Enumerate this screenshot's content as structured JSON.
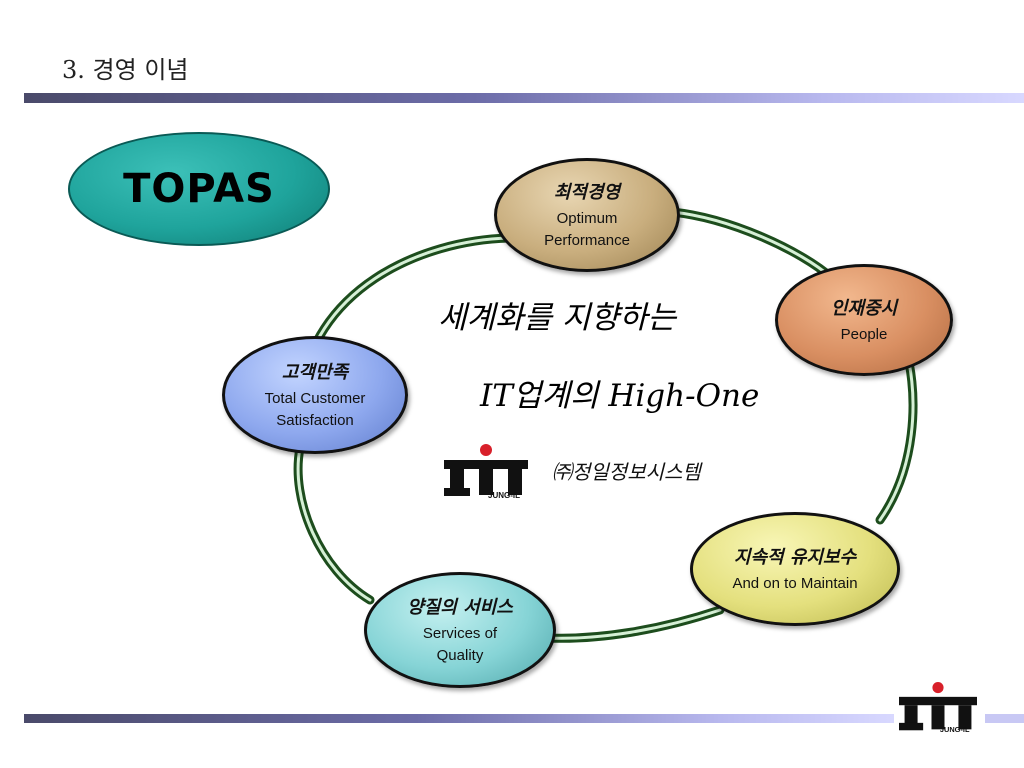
{
  "slide": {
    "title": "3. 경영 이념"
  },
  "badge": {
    "text": "TOPAS",
    "color": "#1fa49c"
  },
  "slogan": {
    "line1": "세계화를 지향하는",
    "line2": "IT업계의 High-One"
  },
  "company": {
    "name": "㈜정일정보시스템",
    "logo_text": "TIT",
    "logo_subtext": "JUNG-IL"
  },
  "nodes": [
    {
      "korean": "최적경영",
      "english": "Optimum\nPerformance",
      "color": "#c9ae7e"
    },
    {
      "korean": "인재중시",
      "english": "People",
      "color": "#d98f62"
    },
    {
      "korean": "고객만족",
      "english": "Total Customer\nSatisfaction",
      "color": "#8ea8ee"
    },
    {
      "korean": "지속적 유지보수",
      "english": "And on to Maintain",
      "color": "#e4e07e"
    },
    {
      "korean": "양질의 서비스",
      "english": "Services of\nQuality",
      "color": "#86d4d6"
    }
  ],
  "colors": {
    "ring": "#2f7a2f",
    "bar_dark": "#4a4a6a",
    "bar_light": "#d8d8ff",
    "logo_red": "#d8202a"
  }
}
